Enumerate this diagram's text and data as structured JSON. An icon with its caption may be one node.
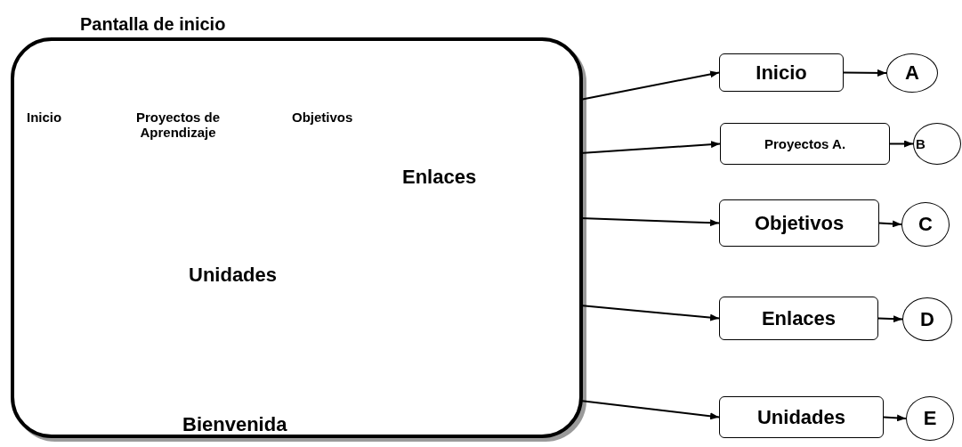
{
  "diagram": {
    "nodes": [
      {
        "text": [
          "Pantalla de inicio",
          "Inicio",
          "Proyectos de Aprendizaje",
          "Objetivos",
          "Enlaces",
          "Unidades",
          "Bienvenida"
        ]
      },
      {
        "text": [
          "Inicio"
        ]
      },
      {
        "text": [
          "Proyectos A."
        ]
      },
      {
        "text": [
          "Objetivos"
        ]
      },
      {
        "text": [
          "Enlaces"
        ]
      },
      {
        "text": [
          "Unidades"
        ]
      },
      {
        "text": [
          "A"
        ]
      },
      {
        "text": [
          "B"
        ]
      },
      {
        "text": [
          "C"
        ]
      },
      {
        "text": [
          "D"
        ]
      },
      {
        "text": [
          "E"
        ]
      }
    ],
    "edges": [
      {
        "from": 0,
        "to": 1,
        "arrow": "to"
      },
      {
        "from": 0,
        "to": 2,
        "arrow": "to"
      },
      {
        "from": 0,
        "to": 3,
        "arrow": "to"
      },
      {
        "from": 0,
        "to": 4,
        "arrow": "to"
      },
      {
        "from": 0,
        "to": 5,
        "arrow": "to"
      },
      {
        "from": 1,
        "to": 6,
        "arrow": "to"
      },
      {
        "from": 2,
        "to": 7,
        "arrow": "to"
      },
      {
        "from": 3,
        "to": 8,
        "arrow": "to"
      },
      {
        "from": 4,
        "to": 9,
        "arrow": "to"
      },
      {
        "from": 5,
        "to": 10,
        "arrow": "to"
      }
    ]
  }
}
